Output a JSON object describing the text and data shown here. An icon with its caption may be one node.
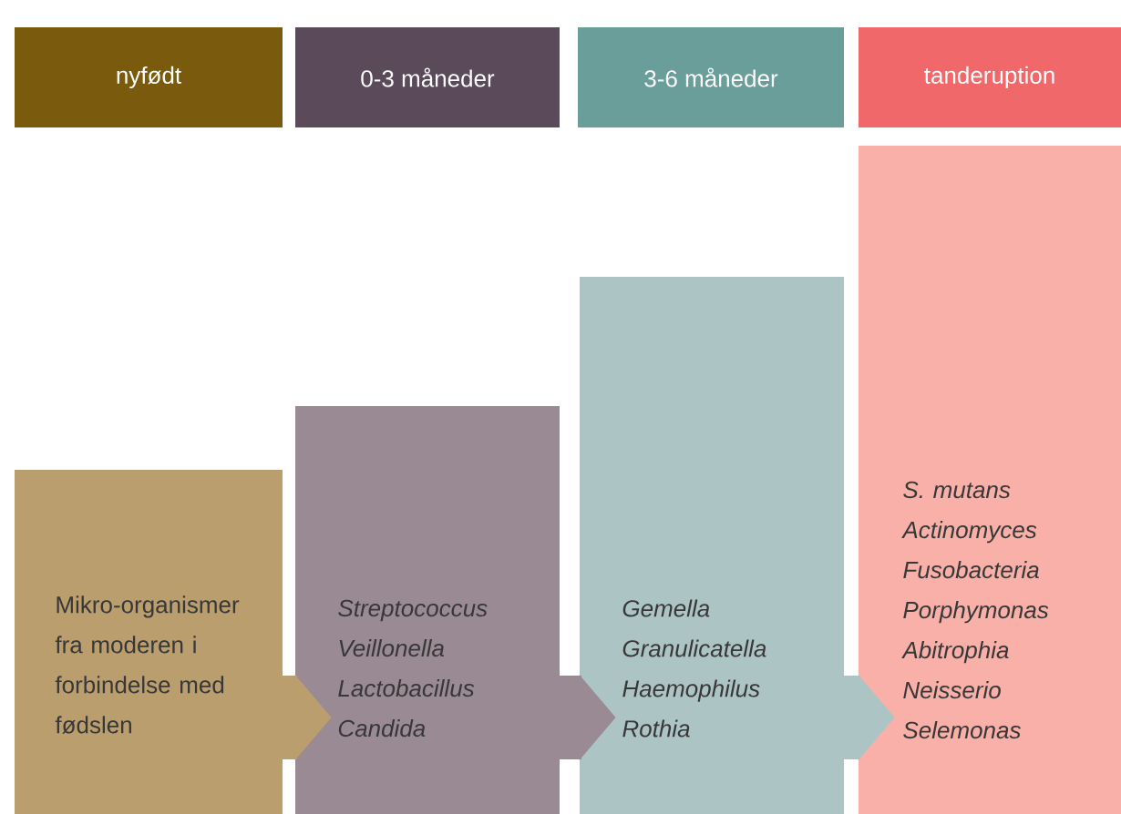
{
  "diagram": {
    "nodes": [
      {
        "text": [
          "nyfødt"
        ]
      },
      {
        "text": [
          "0-3 måneder"
        ]
      },
      {
        "text": [
          "3-6 måneder"
        ]
      },
      {
        "text": [
          "tanderuption"
        ]
      },
      {
        "text": [
          "Mikro-organismer fra moderen i forbindelse med fødslen"
        ]
      },
      {
        "text": [
          "Streptococcus",
          "Veillonella",
          "Lactobacillus",
          "Candida"
        ]
      },
      {
        "text": [
          "Gemella",
          "Granulicatella",
          "Haemophilus",
          "Rothia"
        ]
      },
      {
        "text": [
          "S. mutans",
          "Actinomyces",
          "Fusobacteria",
          "Porphymonas",
          "Abitrophia",
          "Neisserio",
          "Selemonas"
        ]
      }
    ],
    "edges": [
      {
        "from": 4,
        "to": 5,
        "arrow": "to"
      },
      {
        "from": 5,
        "to": 6,
        "arrow": "to"
      },
      {
        "from": 6,
        "to": 7,
        "arrow": "to"
      }
    ]
  }
}
